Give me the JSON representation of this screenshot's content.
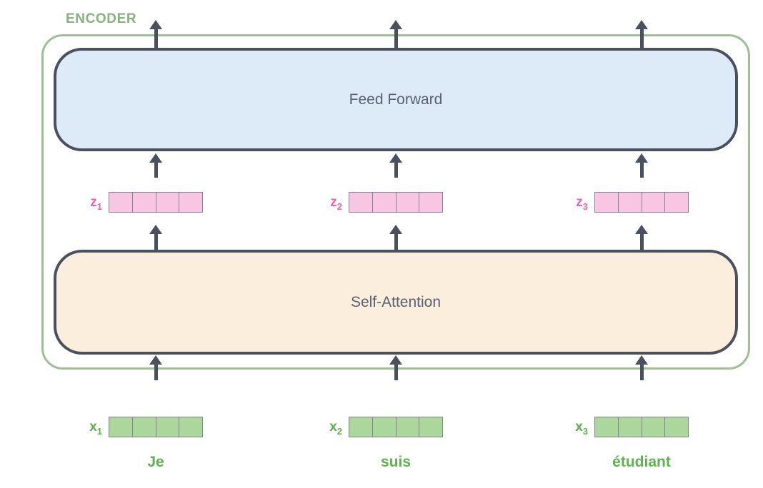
{
  "encoder": {
    "label": "ENCODER"
  },
  "layers": [
    {
      "name": "feed_forward",
      "label": "Feed Forward"
    },
    {
      "name": "self_attention",
      "label": "Self-Attention"
    }
  ],
  "z_vectors": [
    {
      "base": "z",
      "sub": "1"
    },
    {
      "base": "z",
      "sub": "2"
    },
    {
      "base": "z",
      "sub": "3"
    }
  ],
  "x_vectors": [
    {
      "base": "x",
      "sub": "1"
    },
    {
      "base": "x",
      "sub": "2"
    },
    {
      "base": "x",
      "sub": "3"
    }
  ],
  "input_words": [
    "Je",
    "suis",
    "étudiant"
  ],
  "cells_per_vector": 4,
  "colors": {
    "encoder_border": "#9cbf93",
    "encoder_label": "#85b37c",
    "feed_forward_fill": "#ddebf9",
    "self_attention_fill": "#fbeedd",
    "block_border": "#4a505e",
    "block_text": "#596070",
    "arrow": "#4a505e",
    "z_label": "#ed62b3",
    "z_fill": "#f8c6e2",
    "x_label": "#5bb44d",
    "x_fill": "#abd79c",
    "cell_border": "#84848e",
    "canvas_bg": "#ffffff"
  }
}
